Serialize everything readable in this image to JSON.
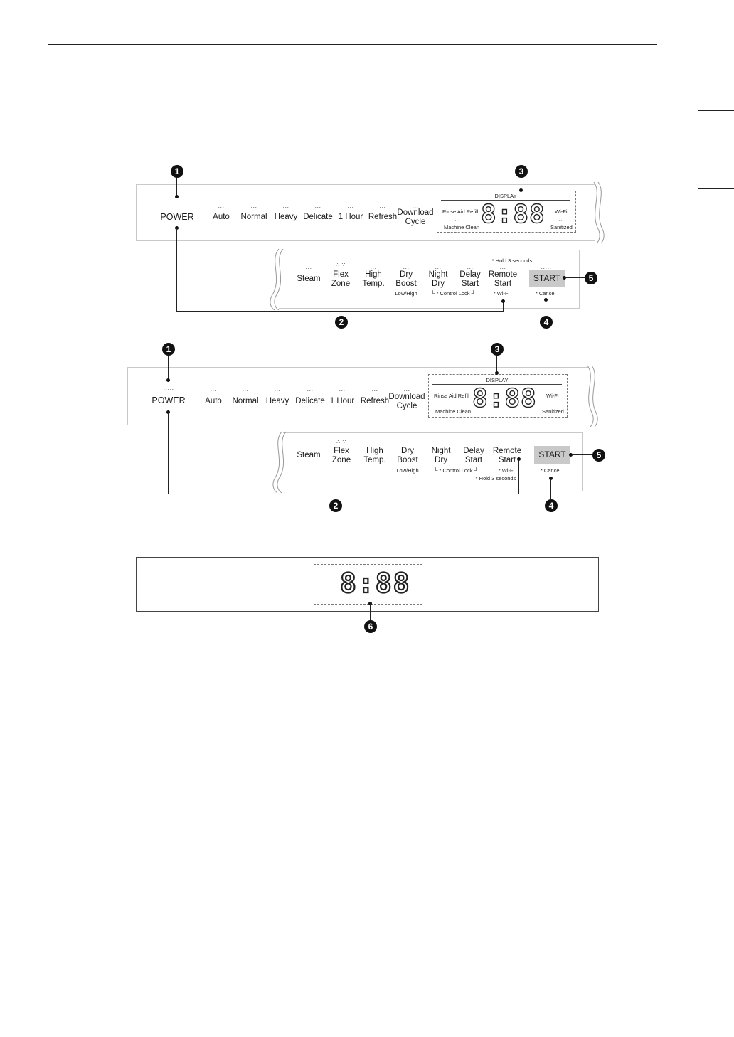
{
  "figure1": {
    "badges": [
      "1",
      "2",
      "3",
      "4",
      "5"
    ],
    "power": "POWER",
    "cycles": [
      "Auto",
      "Normal",
      "Heavy",
      "Delicate",
      "1 Hour",
      "Refresh"
    ],
    "download": [
      "Download",
      "Cycle"
    ],
    "display": {
      "title": "DISPLAY",
      "rinse": "Rinse Aid Refill",
      "machine": "Machine Clean",
      "wifi": "Wi-Fi",
      "sanitized": "Sanitized"
    },
    "options": [
      {
        "l1": "Steam",
        "l2": ""
      },
      {
        "l1": "Flex",
        "l2": "Zone"
      },
      {
        "l1": "High",
        "l2": "Temp."
      },
      {
        "l1": "Dry",
        "l2": "Boost"
      },
      {
        "l1": "Night",
        "l2": "Dry"
      },
      {
        "l1": "Delay",
        "l2": "Start"
      },
      {
        "l1": "Remote",
        "l2": "Start"
      }
    ],
    "hold": "* Hold 3 seconds",
    "low_high": "Low/High",
    "control_lock": "└ * Control Lock ┘",
    "wifi_note": "* Wi-Fi",
    "start": "START",
    "cancel": "* Cancel"
  },
  "figure2": {
    "badges": [
      "1",
      "2",
      "3",
      "4",
      "5"
    ],
    "power": "POWER",
    "cycles": [
      "Auto",
      "Normal",
      "Heavy",
      "Delicate",
      "1 Hour",
      "Refresh"
    ],
    "download": [
      "Download",
      "Cycle"
    ],
    "display": {
      "title": "DISPLAY",
      "rinse": "Rinse Aid Refill",
      "machine": "Machine Clean",
      "wifi": "Wi-Fi",
      "sanitized": "Sanitized"
    },
    "options": [
      {
        "l1": "Steam",
        "l2": ""
      },
      {
        "l1": "Flex",
        "l2": "Zone"
      },
      {
        "l1": "High",
        "l2": "Temp."
      },
      {
        "l1": "Dry",
        "l2": "Boost"
      },
      {
        "l1": "Night",
        "l2": "Dry"
      },
      {
        "l1": "Delay",
        "l2": "Start"
      },
      {
        "l1": "Remote",
        "l2": "Start"
      }
    ],
    "hold": "* Hold 3 seconds",
    "low_high": "Low/High",
    "control_lock": "└ * Control Lock ┘",
    "wifi_note": "* Wi-Fi",
    "start": "START",
    "cancel": "* Cancel"
  },
  "figure3": {
    "digits": "8:88",
    "badge": "6"
  }
}
